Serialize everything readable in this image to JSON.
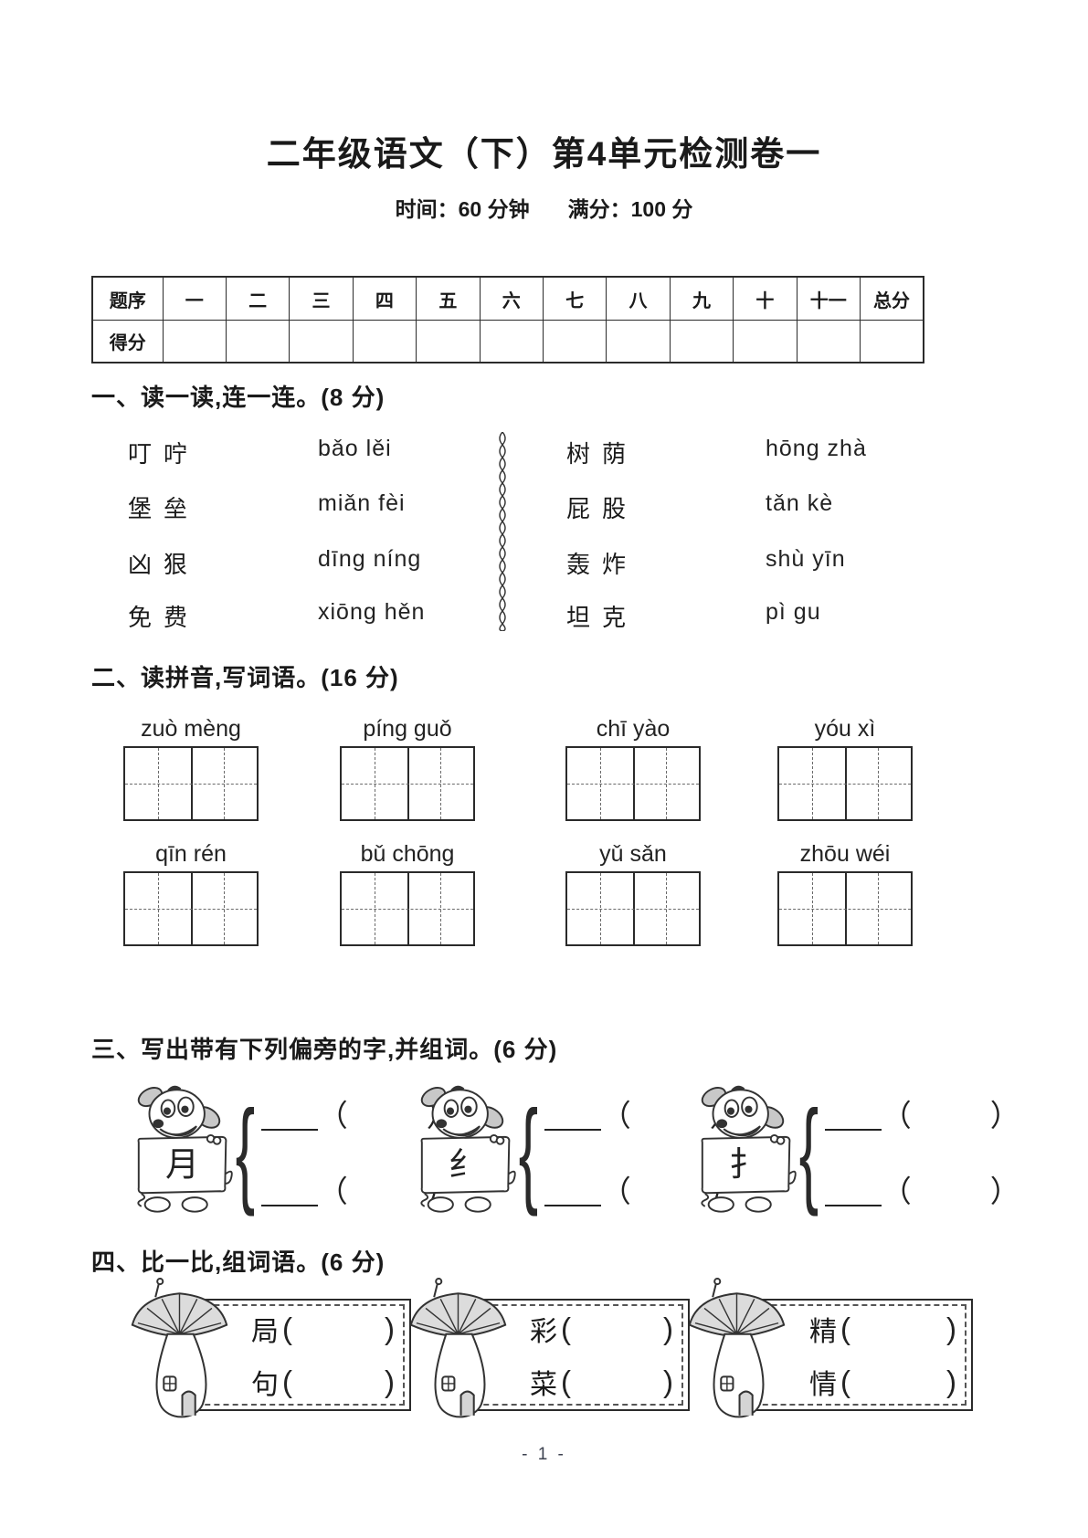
{
  "page": {
    "number": "- 1 -"
  },
  "header": {
    "title": "二年级语文（下）第4单元检测卷一",
    "time": "时间：60 分钟",
    "full_score": "满分：100 分"
  },
  "score_table": {
    "header_label": "题序",
    "score_label": "得分",
    "columns": [
      "一",
      "二",
      "三",
      "四",
      "五",
      "六",
      "七",
      "八",
      "九",
      "十",
      "十一",
      "总分"
    ]
  },
  "section1": {
    "heading": "一、读一读,连一连。(8 分)",
    "left": {
      "words": [
        "叮咛",
        "堡垒",
        "凶狠",
        "免费"
      ],
      "pinyin": [
        "bǎo lěi",
        "miǎn fèi",
        "dīng níng",
        "xiōng hěn"
      ]
    },
    "right": {
      "words": [
        "树荫",
        "屁股",
        "轰炸",
        "坦克"
      ],
      "pinyin": [
        "hōng zhà",
        "tǎn kè",
        "shù yīn",
        "pì gu"
      ]
    }
  },
  "section2": {
    "heading": "二、读拼音,写词语。(16 分)",
    "row1": [
      "zuò mèng",
      "píng guǒ",
      "chī yào",
      "yóu xì"
    ],
    "row2": [
      "qīn rén",
      "bǔ chōng",
      "yǔ sǎn",
      "zhōu wéi"
    ]
  },
  "section3": {
    "heading": "三、写出带有下列偏旁的字,并组词。(6 分)",
    "radicals": [
      "月",
      "纟",
      "扌"
    ],
    "open_paren": "（",
    "close_paren": "）"
  },
  "section4": {
    "heading": "四、比一比,组词语。(6 分)",
    "groups": [
      {
        "top": "局",
        "bottom": "句"
      },
      {
        "top": "彩",
        "bottom": "菜"
      },
      {
        "top": "精",
        "bottom": "情"
      }
    ],
    "open_paren": "(",
    "close_paren": ")"
  }
}
